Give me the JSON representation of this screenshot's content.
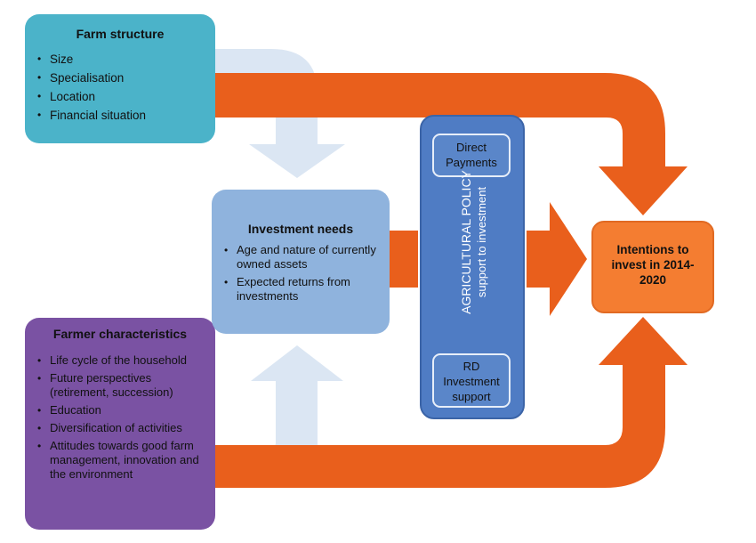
{
  "farm_structure": {
    "title": "Farm structure",
    "items": [
      "Size",
      "Specialisation",
      "Location",
      "Financial situation"
    ]
  },
  "farmer_characteristics": {
    "title": "Farmer characteristics",
    "items": [
      "Life cycle of the household",
      "Future perspectives (retirement, succession)",
      "Education",
      "Diversification of activities",
      "Attitudes towards good farm management, innovation and the environment"
    ]
  },
  "investment_needs": {
    "title": "Investment needs",
    "items": [
      "Age and nature of currently owned assets",
      "Expected returns from investments"
    ]
  },
  "agricultural_policy": {
    "title": "AGRICULTURAL POLICY",
    "subtitle": "support to investment",
    "direct_payments": "Direct Payments",
    "rd_support": "RD Investment support"
  },
  "intentions": {
    "title": "Intentions to invest in 2014-2020"
  },
  "colors": {
    "farm_structure": "#4bb3c9",
    "farmer_characteristics": "#7a52a3",
    "investment_needs": "#8fb3dd",
    "agricultural_policy": "#4f7cc4",
    "intentions": "#f47d31",
    "orange_arrow": "#e95f1c",
    "light_arrow": "#dbe6f3"
  }
}
